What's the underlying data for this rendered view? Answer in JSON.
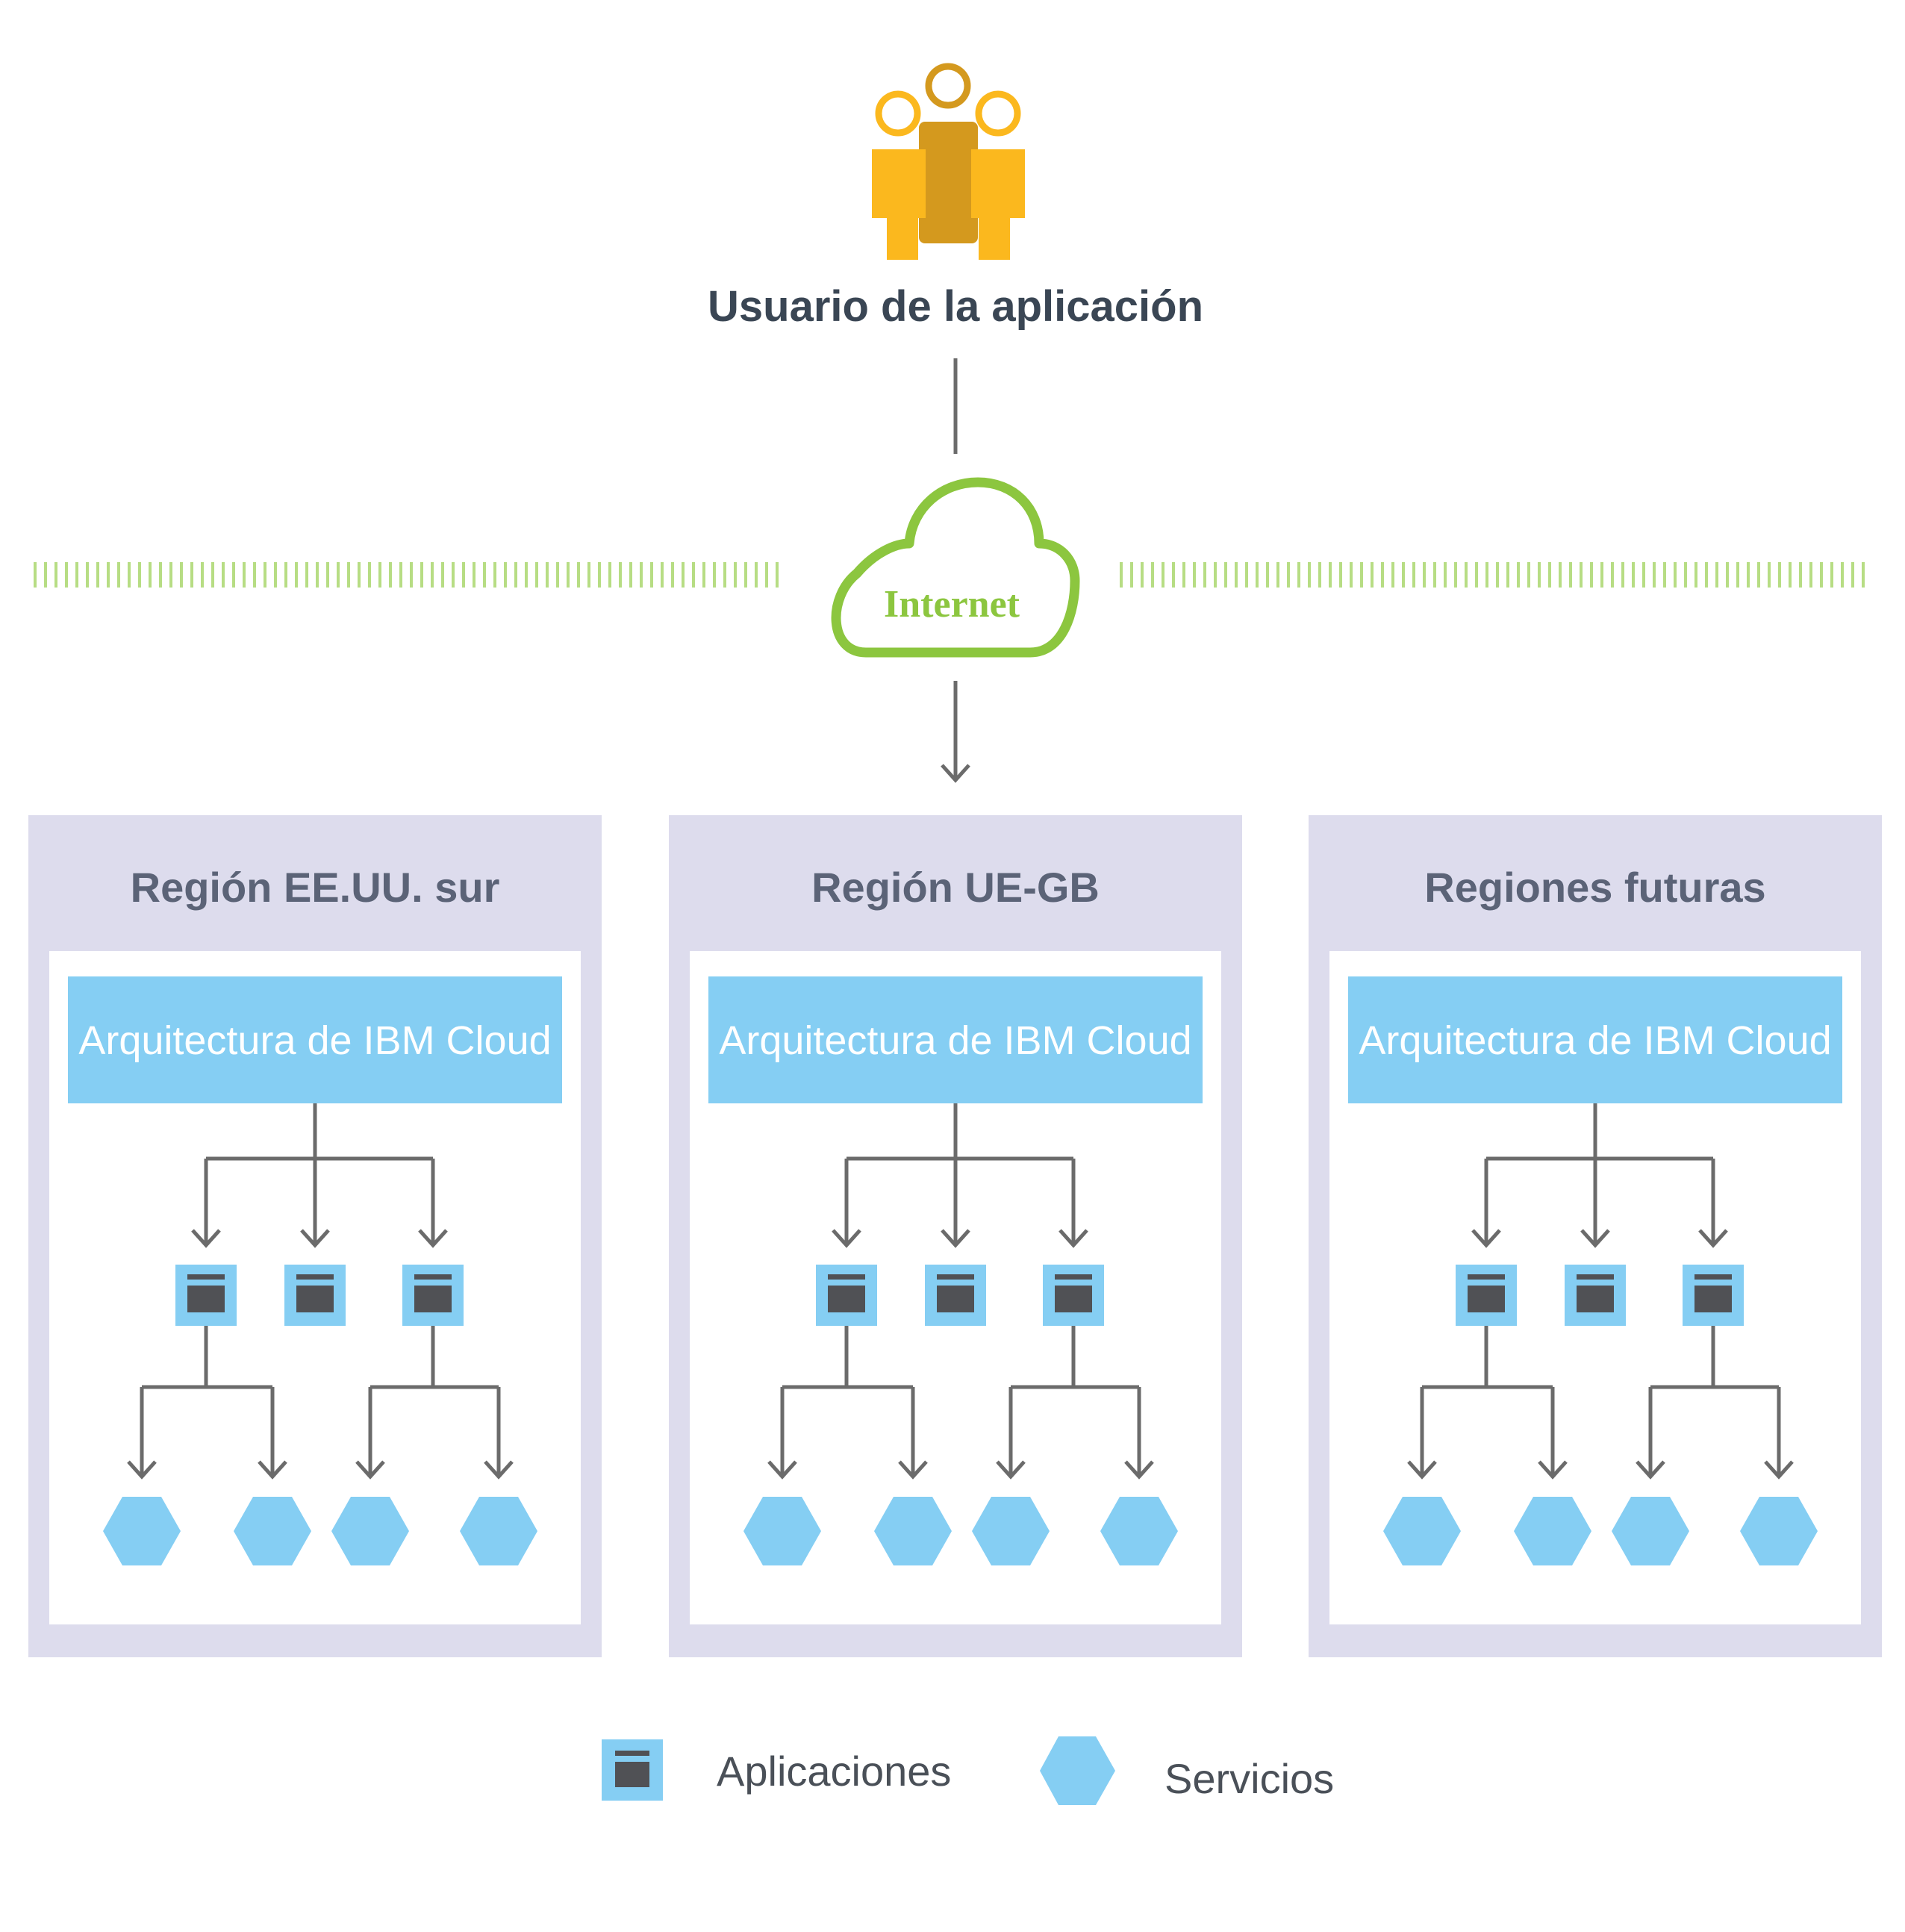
{
  "user": {
    "label": "Usuario de la aplicación",
    "icon": "users-group-icon"
  },
  "internet": {
    "label": "Internet",
    "icon": "cloud-icon",
    "color": "#8cc63f"
  },
  "regions": [
    {
      "title": "Región EE.UU. sur",
      "architecture": "Arquitectura de IBM Cloud"
    },
    {
      "title": "Región UE-GB",
      "architecture": "Arquitectura de IBM Cloud"
    },
    {
      "title": "Regiones futuras",
      "architecture": "Arquitectura de IBM Cloud"
    }
  ],
  "legend": {
    "applications": {
      "label": "Aplicaciones",
      "icon": "application-window-icon"
    },
    "services": {
      "label": "Servicios",
      "icon": "hexagon-service-icon"
    }
  },
  "colors": {
    "region_frame": "#dddced",
    "architecture_box": "#85cef3",
    "service": "#85cef3",
    "app_dark": "#505155",
    "arrow": "#6b6b6b",
    "user_yellow": "#fbb81e",
    "user_gold": "#d4991e",
    "internet_green": "#8cc63f"
  }
}
